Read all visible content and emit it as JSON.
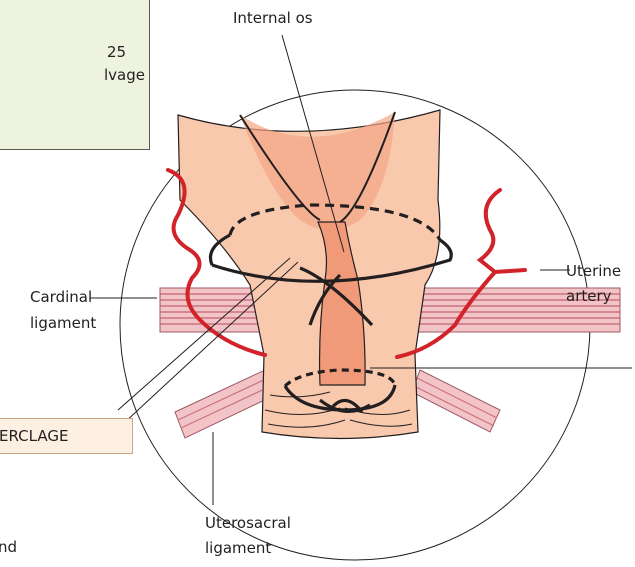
{
  "sidebar_box": {
    "line1": "25",
    "line2": "lvage"
  },
  "procedure_box": {
    "label": "ERCLAGE"
  },
  "labels": {
    "internal_os": "Internal os",
    "uterine_artery_line1": "Uterine",
    "uterine_artery_line2": "artery",
    "cardinal_ligament_line1": "Cardinal",
    "cardinal_ligament_line2": "ligament",
    "uterosacral_ligament_line1": "Uterosacral",
    "uterosacral_ligament_line2": "ligament",
    "cut_off_text": "nd"
  },
  "colors": {
    "tissue": "#f9c9ae",
    "tissue_dark": "#f4a585",
    "canal": "#f19a7a",
    "artery": "#d2232a",
    "ligament": "#f3c4c7",
    "ligament_stripe": "#c9737d",
    "suture": "#231f20"
  }
}
